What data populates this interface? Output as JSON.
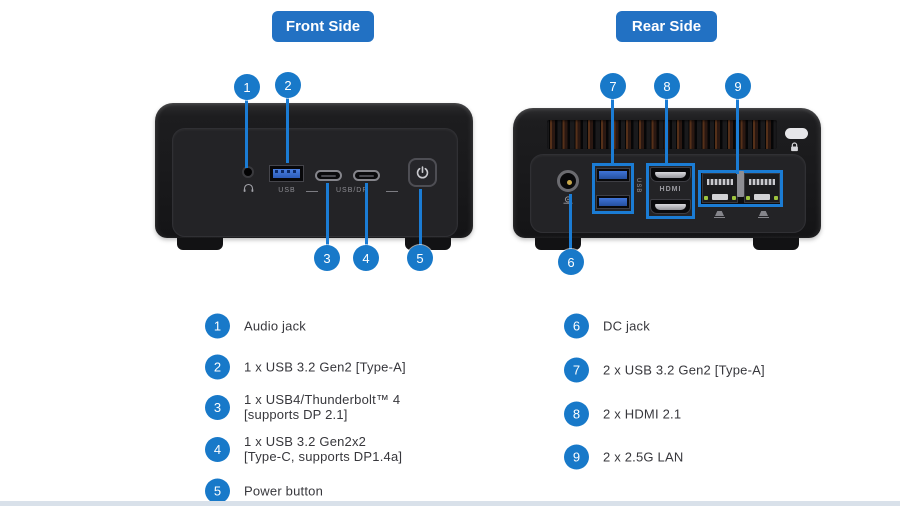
{
  "badges": {
    "front": "Front Side",
    "rear": "Rear Side"
  },
  "front_device": {
    "usb_a_label": "USB",
    "usb_c_label": "USB/DP",
    "callouts": [
      "1",
      "2",
      "3",
      "4",
      "5"
    ]
  },
  "rear_device": {
    "usb_label": "USB",
    "hdmi_label": "HDMI",
    "callouts": [
      "6",
      "7",
      "8",
      "9"
    ]
  },
  "legend": {
    "front": [
      {
        "num": "1",
        "line1": "Audio jack",
        "line2": ""
      },
      {
        "num": "2",
        "line1": "1 x USB 3.2 Gen2 [Type-A]",
        "line2": ""
      },
      {
        "num": "3",
        "line1": "1 x USB4/Thunderbolt™ 4",
        "line2": "[supports DP 2.1]"
      },
      {
        "num": "4",
        "line1": "1 x USB 3.2 Gen2x2",
        "line2": "[Type-C, supports DP1.4a]"
      },
      {
        "num": "5",
        "line1": "Power button",
        "line2": ""
      }
    ],
    "rear": [
      {
        "num": "6",
        "line1": "DC jack",
        "line2": ""
      },
      {
        "num": "7",
        "line1": "2 x USB 3.2 Gen2 [Type-A]",
        "line2": ""
      },
      {
        "num": "8",
        "line1": "2 x HDMI 2.1",
        "line2": ""
      },
      {
        "num": "9",
        "line1": "2 x 2.5G  LAN",
        "line2": ""
      }
    ]
  },
  "colors": {
    "accent_blue": "#1879c9",
    "leader_blue": "#1b7cd4",
    "badge_blue": "#2271c3",
    "device_black": "#1b1b1d",
    "legend_text": "#37373c"
  }
}
